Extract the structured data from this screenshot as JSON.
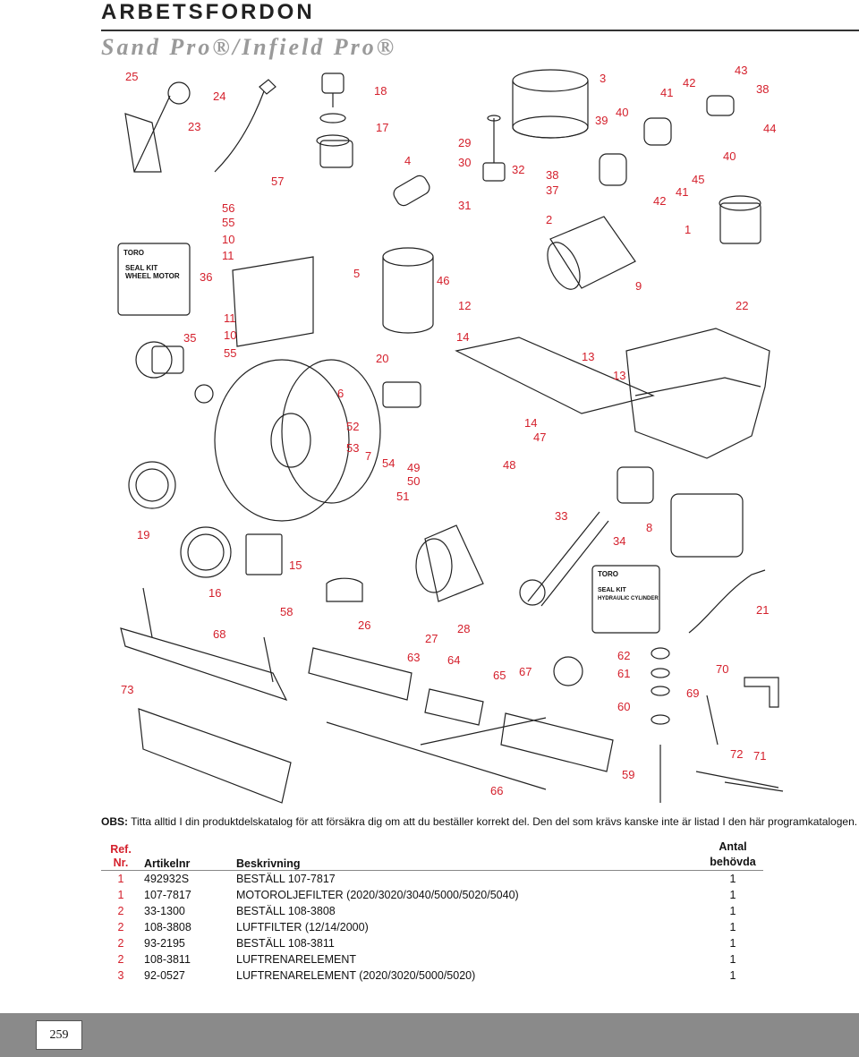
{
  "header": {
    "title": "ARBETSFORDON",
    "subtitle": "Sand Pro®/Infield Pro®"
  },
  "diagram": {
    "seal_kit_wheel": {
      "brand": "TORO",
      "line1": "SEAL KIT",
      "line2": "WHEEL MOTOR"
    },
    "seal_kit_hydraulic": {
      "brand": "TORO",
      "line1": "SEAL KIT",
      "line2": "HYDRAULIC CYLINDER"
    },
    "callouts": [
      "25",
      "24",
      "18",
      "3",
      "41",
      "42",
      "43",
      "38",
      "23",
      "17",
      "39",
      "40",
      "44",
      "29",
      "30",
      "32",
      "4",
      "38",
      "37",
      "45",
      "57",
      "56",
      "31",
      "2",
      "42",
      "41",
      "40",
      "55",
      "10",
      "1",
      "11",
      "36",
      "5",
      "46",
      "9",
      "12",
      "22",
      "11",
      "35",
      "10",
      "14",
      "13",
      "55",
      "20",
      "13",
      "6",
      "52",
      "14",
      "47",
      "53",
      "7",
      "54",
      "49",
      "48",
      "50",
      "51",
      "33",
      "34",
      "8",
      "19",
      "15",
      "16",
      "21",
      "58",
      "26",
      "28",
      "27",
      "68",
      "63",
      "64",
      "62",
      "65",
      "67",
      "61",
      "70",
      "73",
      "60",
      "69",
      "72",
      "71",
      "59",
      "66"
    ]
  },
  "note": {
    "label": "OBS:",
    "text": " Titta alltid I din produktdelskatalog för att försäkra dig om att du beställer korrekt del. Den del som krävs kanske inte är listad I den här programkatalogen."
  },
  "table": {
    "headers": {
      "ref_line1": "Ref.",
      "ref_line2": "Nr.",
      "part": "Artikelnr",
      "desc": "Beskrivning",
      "qty_line1": "Antal",
      "qty_line2": "behövda"
    },
    "rows": [
      {
        "ref": "1",
        "part": "492932S",
        "desc": "BESTÄLL 107-7817",
        "qty": "1"
      },
      {
        "ref": "1",
        "part": "107-7817",
        "desc": "MOTOROLJEFILTER (2020/3020/3040/5000/5020/5040)",
        "qty": "1"
      },
      {
        "ref": "2",
        "part": "33-1300",
        "desc": "BESTÄLL 108-3808",
        "qty": "1"
      },
      {
        "ref": "2",
        "part": "108-3808",
        "desc": "LUFTFILTER (12/14/2000)",
        "qty": "1"
      },
      {
        "ref": "2",
        "part": "93-2195",
        "desc": "BESTÄLL 108-3811",
        "qty": "1"
      },
      {
        "ref": "2",
        "part": "108-3811",
        "desc": "LUFTRENARELEMENT",
        "qty": "1"
      },
      {
        "ref": "3",
        "part": "92-0527",
        "desc": "LUFTRENARELEMENT (2020/3020/5000/5020)",
        "qty": "1"
      }
    ]
  },
  "footer": {
    "page_number": "259"
  }
}
